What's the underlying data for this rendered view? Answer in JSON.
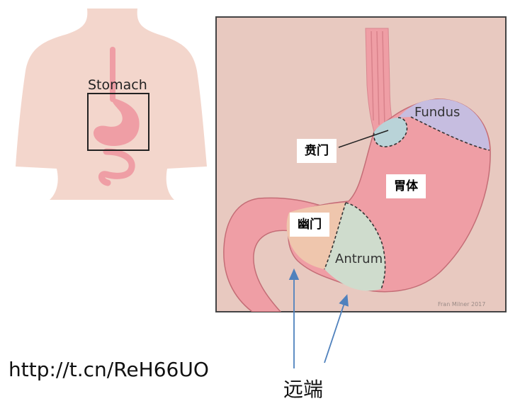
{
  "figure": {
    "body_label": "Stomach",
    "regions": {
      "fundus": "Fundus",
      "antrum": "Antrum",
      "cardia": "贲门",
      "body": "胃体",
      "pylorus": "幽门"
    },
    "credit": "Fran Milner 2017",
    "distal_label": "远端",
    "url": "http://t.cn/ReH66UO"
  },
  "colors": {
    "body_skin": "#f3d6cc",
    "panel_bg": "#e8c9c0",
    "stomach_pink": "#ef9ea5",
    "fundus_fill": "#c6bde0",
    "cardia_fill": "#b9d3d8",
    "antrum_fill": "#cfdccd",
    "pylorus_fill": "#efc6ad",
    "arrow_blue": "#4f81bd"
  }
}
